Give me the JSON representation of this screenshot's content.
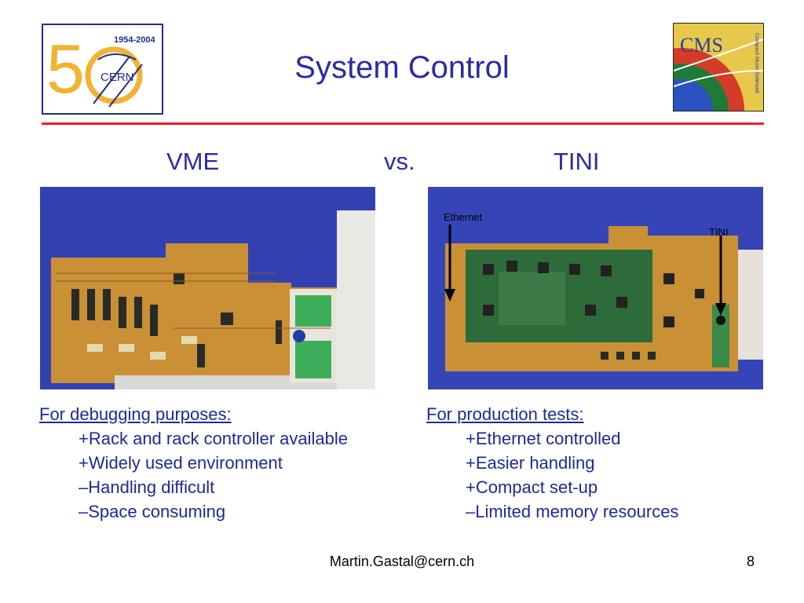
{
  "slide": {
    "title": "System Control",
    "compare": {
      "left": "VME",
      "middle": "vs.",
      "right": "TINI"
    },
    "cern_logo": {
      "years": "1954-2004",
      "text": "CERN"
    },
    "cms_logo": {
      "text": "CMS",
      "subtext": "Compact Muon Solenoid"
    },
    "photo_labels": {
      "ethernet": "Ethernet",
      "tini": "TINI"
    },
    "left": {
      "heading": "For debugging purposes:",
      "items": [
        "+Rack and rack controller available",
        "+Widely used environment",
        "–Handling difficult",
        "–Space consuming"
      ]
    },
    "right": {
      "heading": "For production tests:",
      "items": [
        "+Ethernet controlled",
        "+Easier handling",
        "+Compact set-up",
        "–Limited memory resources"
      ]
    },
    "footer": {
      "email": "Martin.Gastal@cern.ch",
      "page": "8"
    }
  },
  "colors": {
    "title": "#2b2ba6",
    "text": "#1d2a9a",
    "rule": "#e8202a",
    "board": "#c99035",
    "backdrop": "#3545b8"
  }
}
